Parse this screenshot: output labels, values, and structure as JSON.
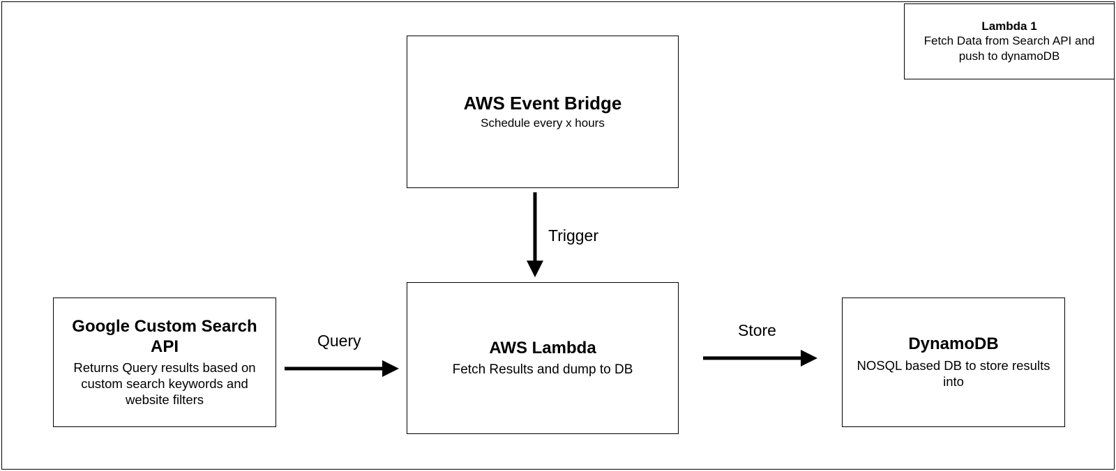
{
  "nodes": {
    "event_bridge": {
      "title": "AWS Event Bridge",
      "subtitle": "Schedule every x hours"
    },
    "lambda": {
      "title": "AWS Lambda",
      "subtitle": "Fetch Results and dump to DB"
    },
    "google_search": {
      "title": "Google Custom Search API",
      "subtitle": "Returns Query results based on custom search keywords and website filters"
    },
    "dynamodb": {
      "title": "DynamoDB",
      "subtitle": "NOSQL based DB to store results into"
    }
  },
  "legend": {
    "title": "Lambda 1",
    "subtitle": "Fetch Data from Search API and push to dynamoDB"
  },
  "edges": {
    "trigger": {
      "label": "Trigger",
      "from": "AWS Event Bridge",
      "to": "AWS Lambda"
    },
    "query": {
      "label": "Query",
      "from": "Google Custom Search API",
      "to": "AWS Lambda"
    },
    "store": {
      "label": "Store",
      "from": "AWS Lambda",
      "to": "DynamoDB"
    }
  }
}
